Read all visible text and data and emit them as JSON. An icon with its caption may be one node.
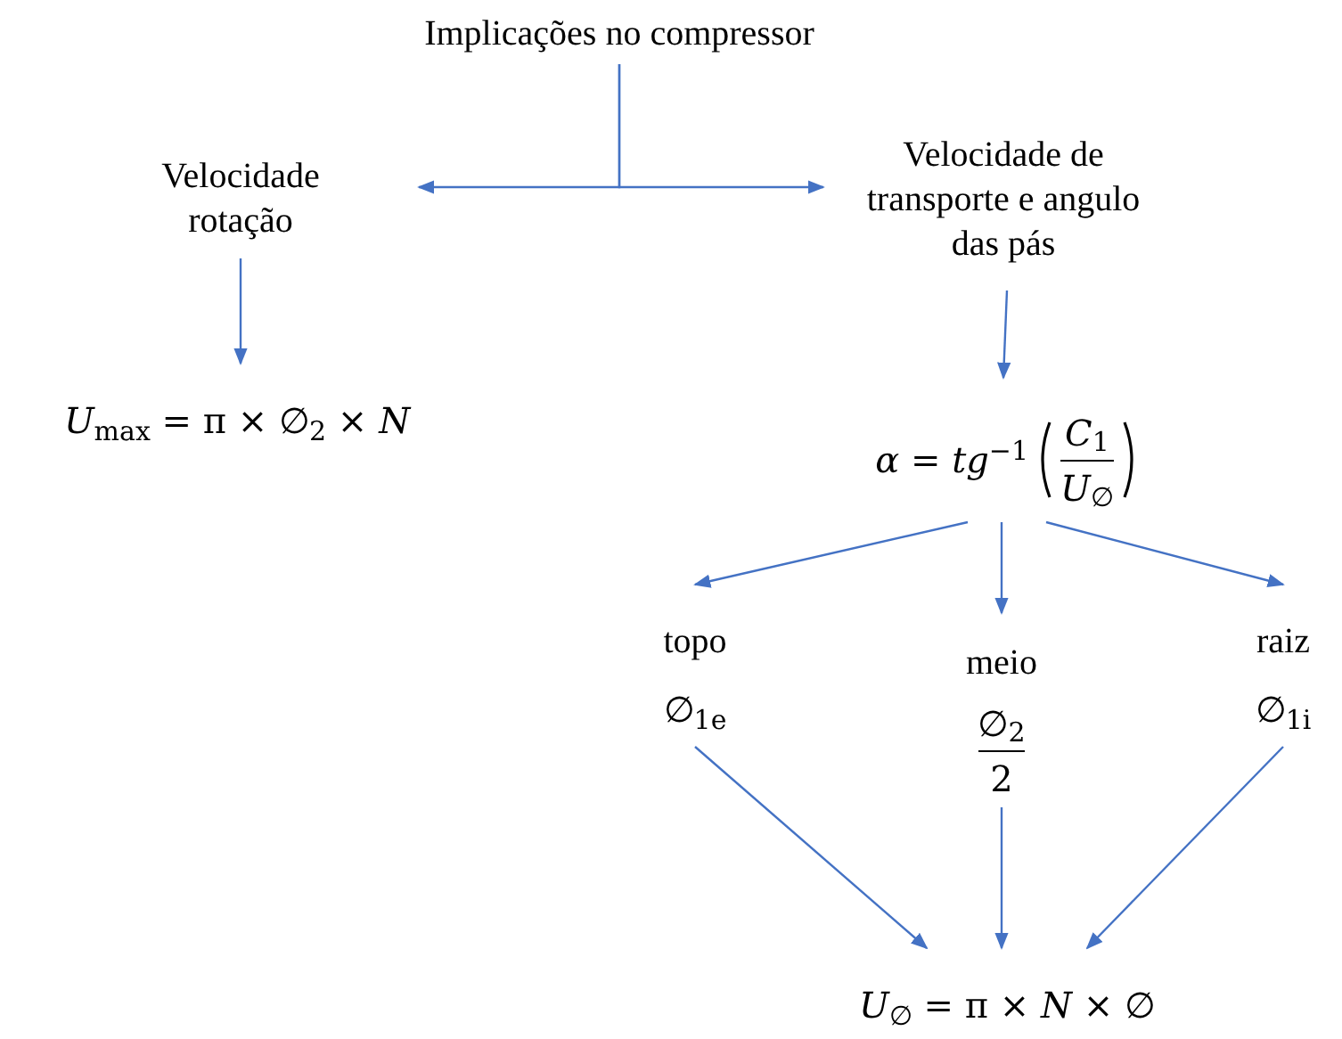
{
  "diagram": {
    "nodes": [
      {
        "text": [
          "Implicações no compressor"
        ]
      },
      {
        "text": [
          "Velocidade rotação"
        ]
      },
      {
        "text": [
          "Velocidade de transporte e angulo das pás"
        ]
      },
      {
        "text": [
          "*U*$_{max}$ = π × ∅$_{2}$ × *N*"
        ]
      },
      {
        "text": [
          "*α* = *tg*$^{−1}$",
          "*C*$_{1}$",
          "*U*$_{∅}$"
        ]
      },
      {
        "text": [
          "topo",
          "∅$_{1e}$"
        ]
      },
      {
        "text": [
          "meio",
          "∅$_{2}$",
          "2"
        ]
      },
      {
        "text": [
          "raiz",
          "∅$_{1i}$"
        ]
      },
      {
        "text": [
          "*U*$_{∅}$ = π × *N* × ∅"
        ]
      }
    ],
    "edges": [
      {
        "from": 0,
        "to": 1,
        "arrow": "to"
      },
      {
        "from": 0,
        "to": 2,
        "arrow": "to"
      },
      {
        "from": 1,
        "to": 3,
        "arrow": "to"
      },
      {
        "from": 2,
        "to": 4,
        "arrow": "to"
      },
      {
        "from": 4,
        "to": 5,
        "arrow": "to"
      },
      {
        "from": 4,
        "to": 6,
        "arrow": "to"
      },
      {
        "from": 4,
        "to": 7,
        "arrow": "to"
      },
      {
        "from": 5,
        "to": 8,
        "arrow": "to"
      },
      {
        "from": 6,
        "to": 8,
        "arrow": "to"
      },
      {
        "from": 7,
        "to": 8,
        "arrow": "to"
      }
    ]
  }
}
